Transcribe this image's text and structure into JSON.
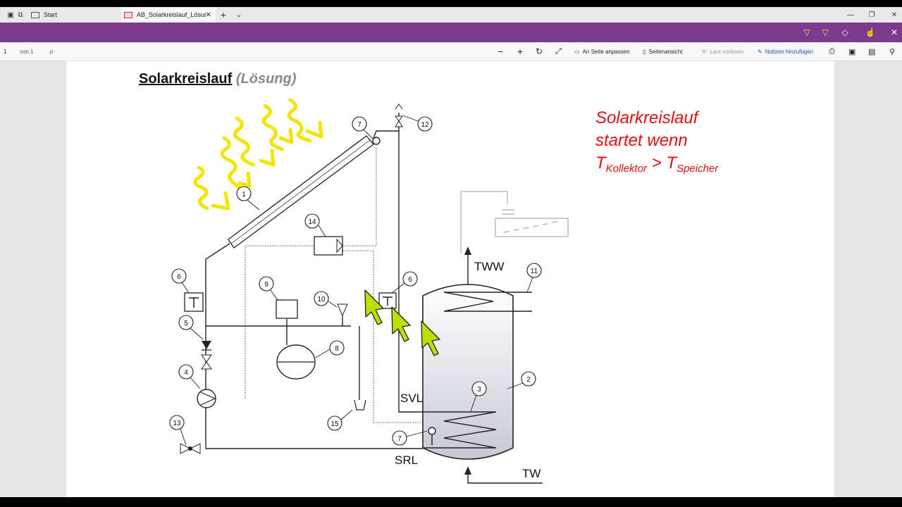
{
  "tabs": {
    "start": "Start",
    "active": "AB_Solarkreislauf_Lösur"
  },
  "toolbar": {
    "page_number": "1",
    "page_total": "von 1",
    "fit_page": "An Seite anpassen",
    "page_view": "Seitenansicht",
    "read_aloud": "Laut vorlesen",
    "add_notes": "Notizen hinzufügen"
  },
  "document": {
    "title": "Solarkreislauf",
    "title_suffix": "(Lösung)",
    "note_line1": "Solarkreislauf",
    "note_line2": "startet wenn",
    "note_T1": "T",
    "note_sub1": "Kollektor",
    "note_op": " > ",
    "note_T2": "T",
    "note_sub2": "Speicher",
    "labels": {
      "tww": "TWW",
      "tw": "TW",
      "svl": "SVL",
      "srl": "SRL"
    },
    "callouts": {
      "c1": "1",
      "c2": "2",
      "c3": "3",
      "c4": "4",
      "c5": "5",
      "c6a": "6",
      "c6b": "6",
      "c7a": "7",
      "c7b": "7",
      "c8": "8",
      "c9": "9",
      "c10": "10",
      "c11": "11",
      "c12": "12",
      "c13": "13",
      "c14": "14",
      "c15": "15"
    }
  },
  "colors": {
    "browser_bar": "#7b3a8c",
    "note": "#e01010",
    "cursor": "#b8e000",
    "sun_arrows": "#f4e400"
  }
}
